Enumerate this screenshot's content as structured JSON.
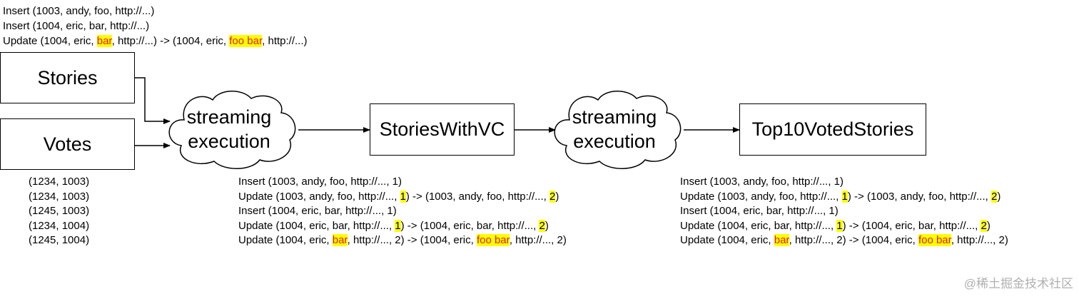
{
  "top_events": [
    [
      {
        "t": "Insert (1003, andy, foo, http://...)"
      }
    ],
    [
      {
        "t": "Insert (1004, eric, bar, http://...)"
      }
    ],
    [
      {
        "t": "Update (1004, eric, "
      },
      {
        "t": "bar",
        "h": "red"
      },
      {
        "t": ", http://...) -> (1004, eric, "
      },
      {
        "t": "foo bar",
        "h": "red"
      },
      {
        "t": ", http://...)"
      }
    ]
  ],
  "nodes": {
    "stories": "Stories",
    "votes": "Votes",
    "stories_with_vc": "StoriesWithVC",
    "top10": "Top10VotedStories"
  },
  "clouds": {
    "first": {
      "line1": "streaming",
      "line2": "execution"
    },
    "second": {
      "line1": "streaming",
      "line2": "execution"
    }
  },
  "votes_events": [
    [
      {
        "t": "(1234, 1003)"
      }
    ],
    [
      {
        "t": "(1234, 1003)"
      }
    ],
    [
      {
        "t": "(1245, 1003)"
      }
    ],
    [
      {
        "t": "(1234, 1004)"
      }
    ],
    [
      {
        "t": "(1245, 1004)"
      }
    ]
  ],
  "vc_events": [
    [
      {
        "t": "Insert (1003, andy, foo, http://..., 1)"
      }
    ],
    [
      {
        "t": "Update (1003, andy, foo, http://..., "
      },
      {
        "t": "1",
        "h": "y"
      },
      {
        "t": ") -> (1003, andy, foo, http://..., "
      },
      {
        "t": "2",
        "h": "y"
      },
      {
        "t": ")"
      }
    ],
    [
      {
        "t": "Insert (1004, eric, bar, http://..., 1)"
      }
    ],
    [
      {
        "t": "Update (1004, eric, bar, http://..., "
      },
      {
        "t": "1",
        "h": "y"
      },
      {
        "t": ") -> (1004, eric, bar, http://..., "
      },
      {
        "t": "2",
        "h": "y"
      },
      {
        "t": ")"
      }
    ],
    [
      {
        "t": "Update (1004, eric, "
      },
      {
        "t": "bar",
        "h": "red"
      },
      {
        "t": ", http://..., 2) -> (1004, eric, "
      },
      {
        "t": "foo bar",
        "h": "red"
      },
      {
        "t": ", http://..., 2)"
      }
    ]
  ],
  "top10_events": [
    [
      {
        "t": "Insert (1003, andy, foo, http://..., 1)"
      }
    ],
    [
      {
        "t": "Update (1003, andy, foo, http://..., "
      },
      {
        "t": "1",
        "h": "y"
      },
      {
        "t": ") -> (1003, andy, foo, http://..., "
      },
      {
        "t": "2",
        "h": "y"
      },
      {
        "t": ")"
      }
    ],
    [
      {
        "t": "Insert (1004, eric, bar, http://..., 1)"
      }
    ],
    [
      {
        "t": "Update (1004, eric, bar, http://..., "
      },
      {
        "t": "1",
        "h": "y"
      },
      {
        "t": ") -> (1004, eric, bar, http://..., "
      },
      {
        "t": "2",
        "h": "y"
      },
      {
        "t": ")"
      }
    ],
    [
      {
        "t": "Update (1004, eric, "
      },
      {
        "t": "bar",
        "h": "red"
      },
      {
        "t": ", http://..., 2) -> (1004, eric, "
      },
      {
        "t": "foo bar",
        "h": "red"
      },
      {
        "t": ", http://..., 2)"
      }
    ]
  ],
  "watermark": "@稀土掘金技术社区",
  "colors": {
    "highlight": "#ffff00",
    "highlight_red_text": "#e02020"
  }
}
